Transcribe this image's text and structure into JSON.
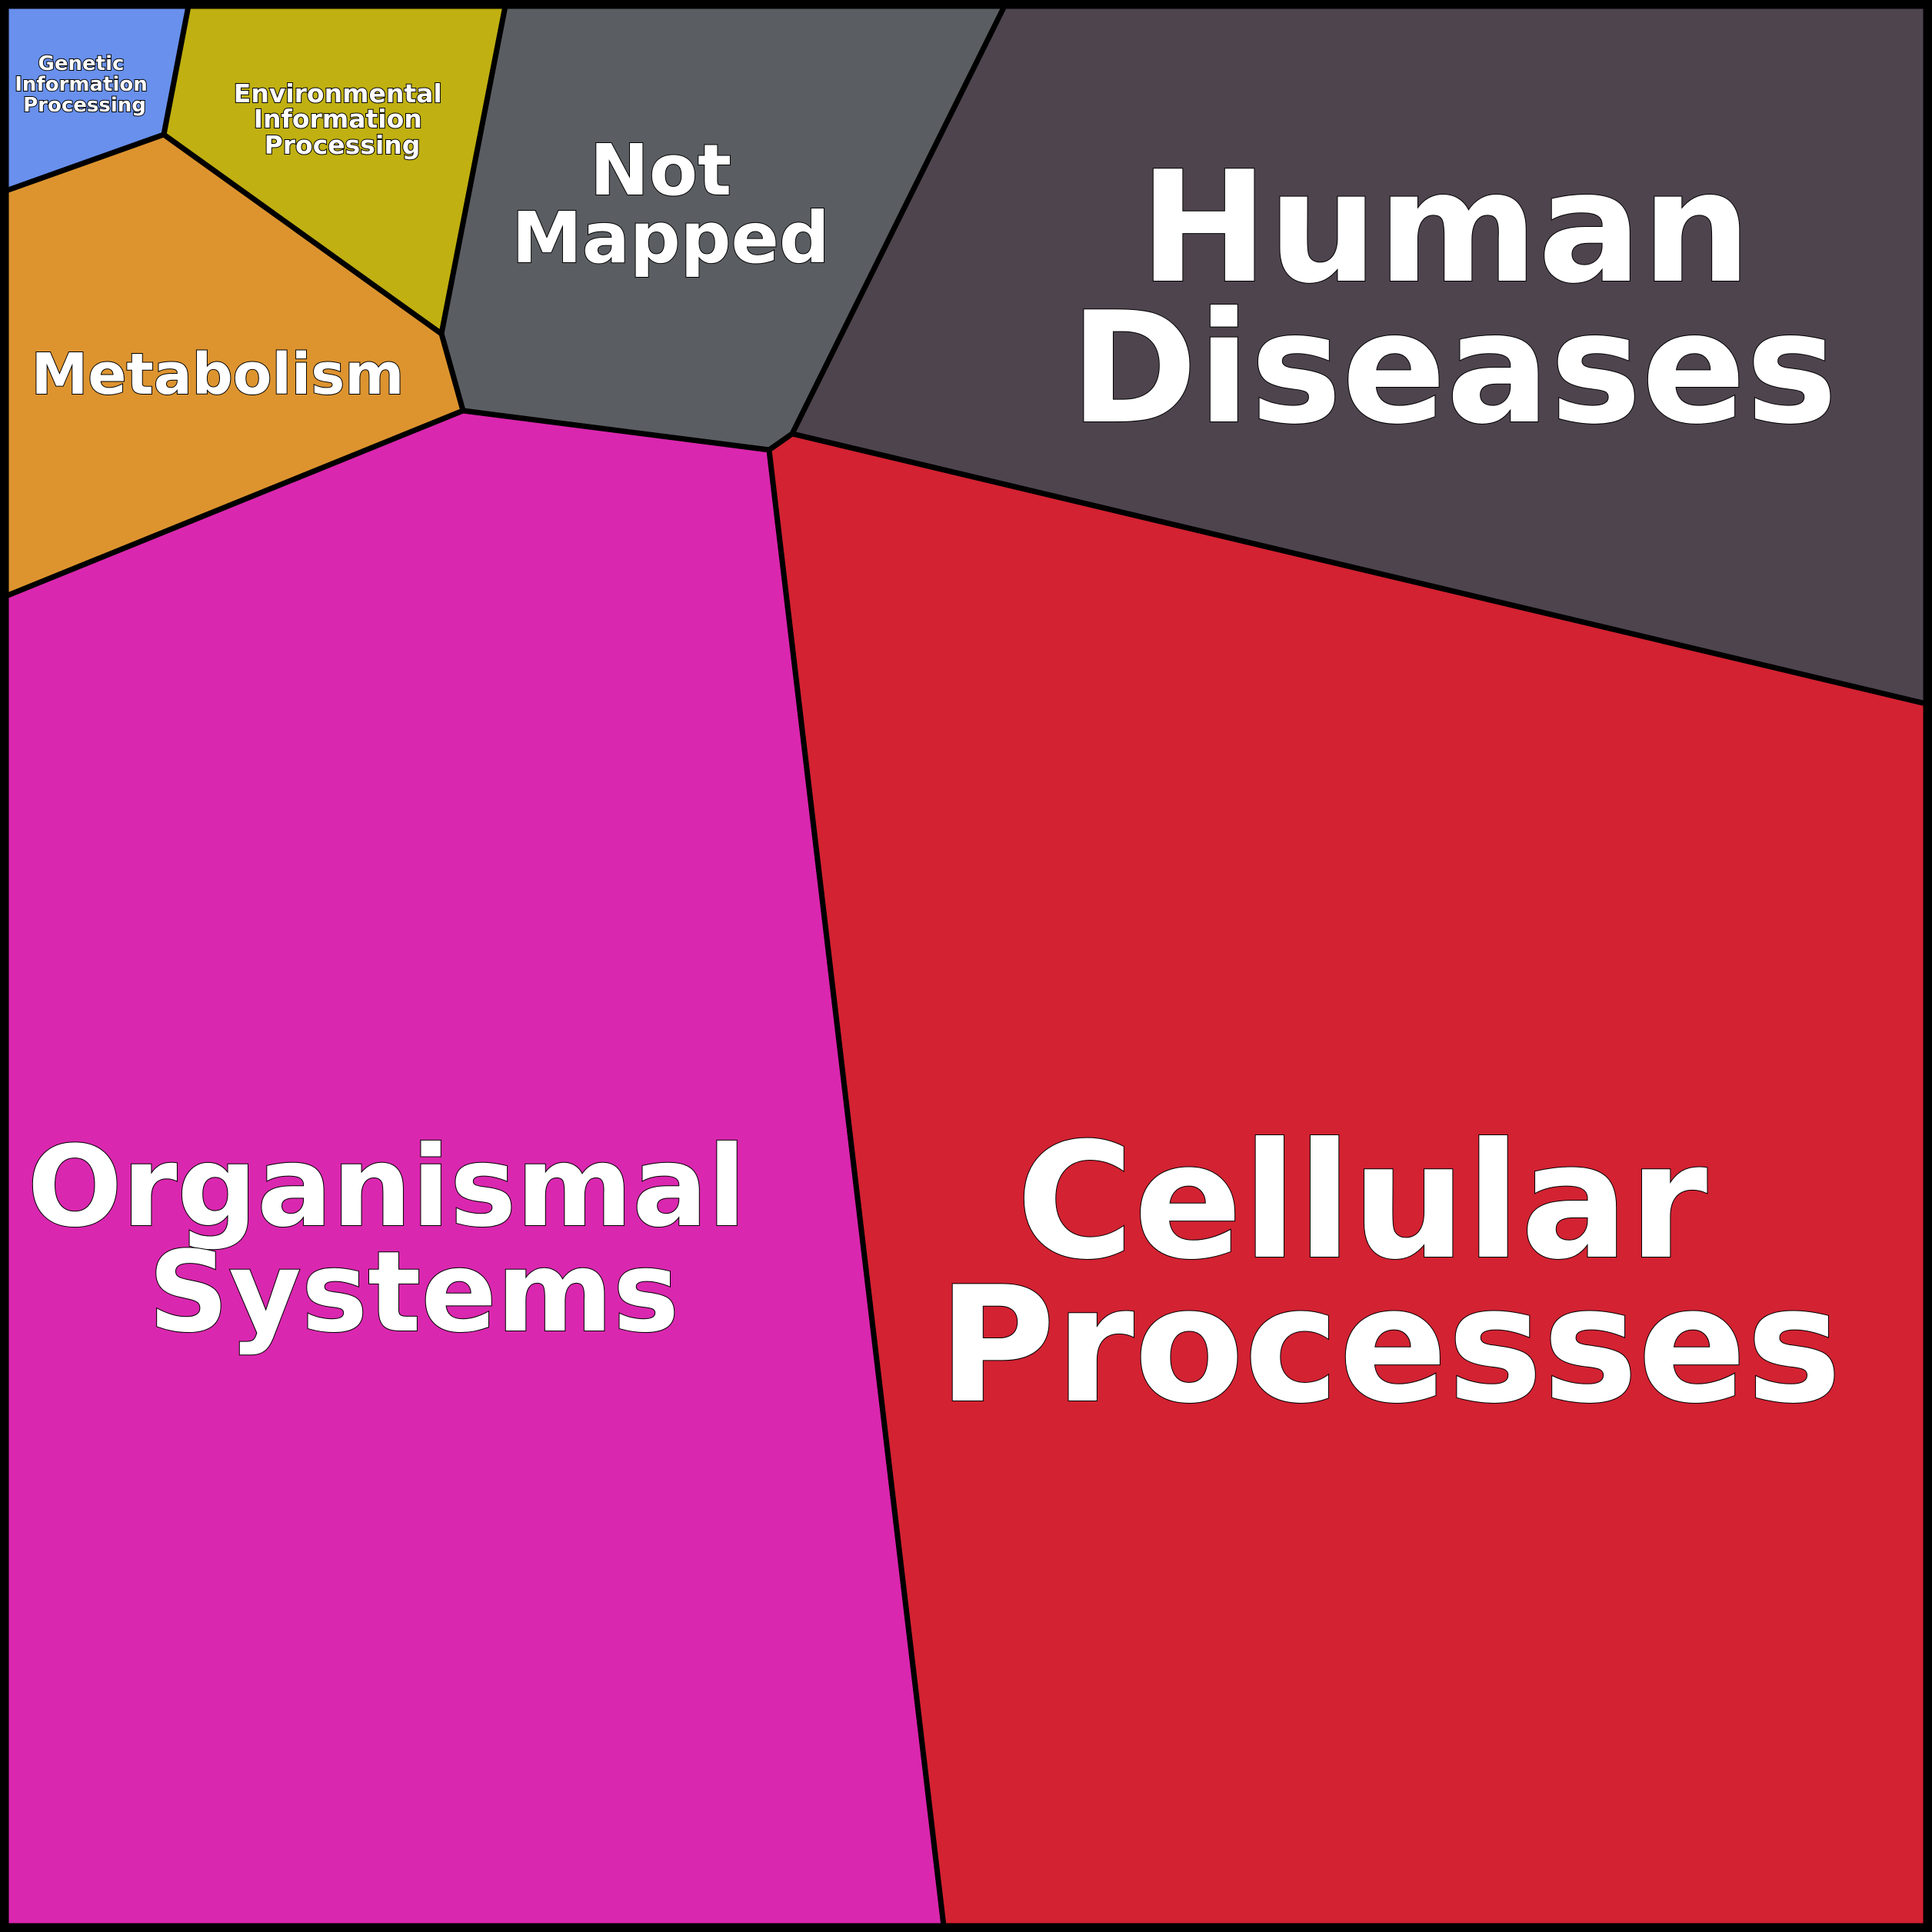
{
  "title": "Pathway category Voronoi treemap",
  "regions": {
    "genetic": {
      "lines": [
        "Genetic",
        "Information",
        "Processing"
      ],
      "color": "#6890ec"
    },
    "environmental": {
      "lines": [
        "Environmental",
        "Information",
        "Processing"
      ],
      "color": "#c0b011"
    },
    "not_mapped": {
      "lines": [
        "Not",
        "Mapped"
      ],
      "color": "#5a5e62"
    },
    "human_diseases": {
      "lines": [
        "Human",
        "Diseases"
      ],
      "color": "#4e444e"
    },
    "metabolism": {
      "lines": [
        "Metabolism"
      ],
      "color": "#dd942f"
    },
    "organismal": {
      "lines": [
        "Organismal",
        "Systems"
      ],
      "color": "#da27af"
    },
    "cellular": {
      "lines": [
        "Cellular",
        "Processes"
      ],
      "color": "#d32232"
    }
  }
}
